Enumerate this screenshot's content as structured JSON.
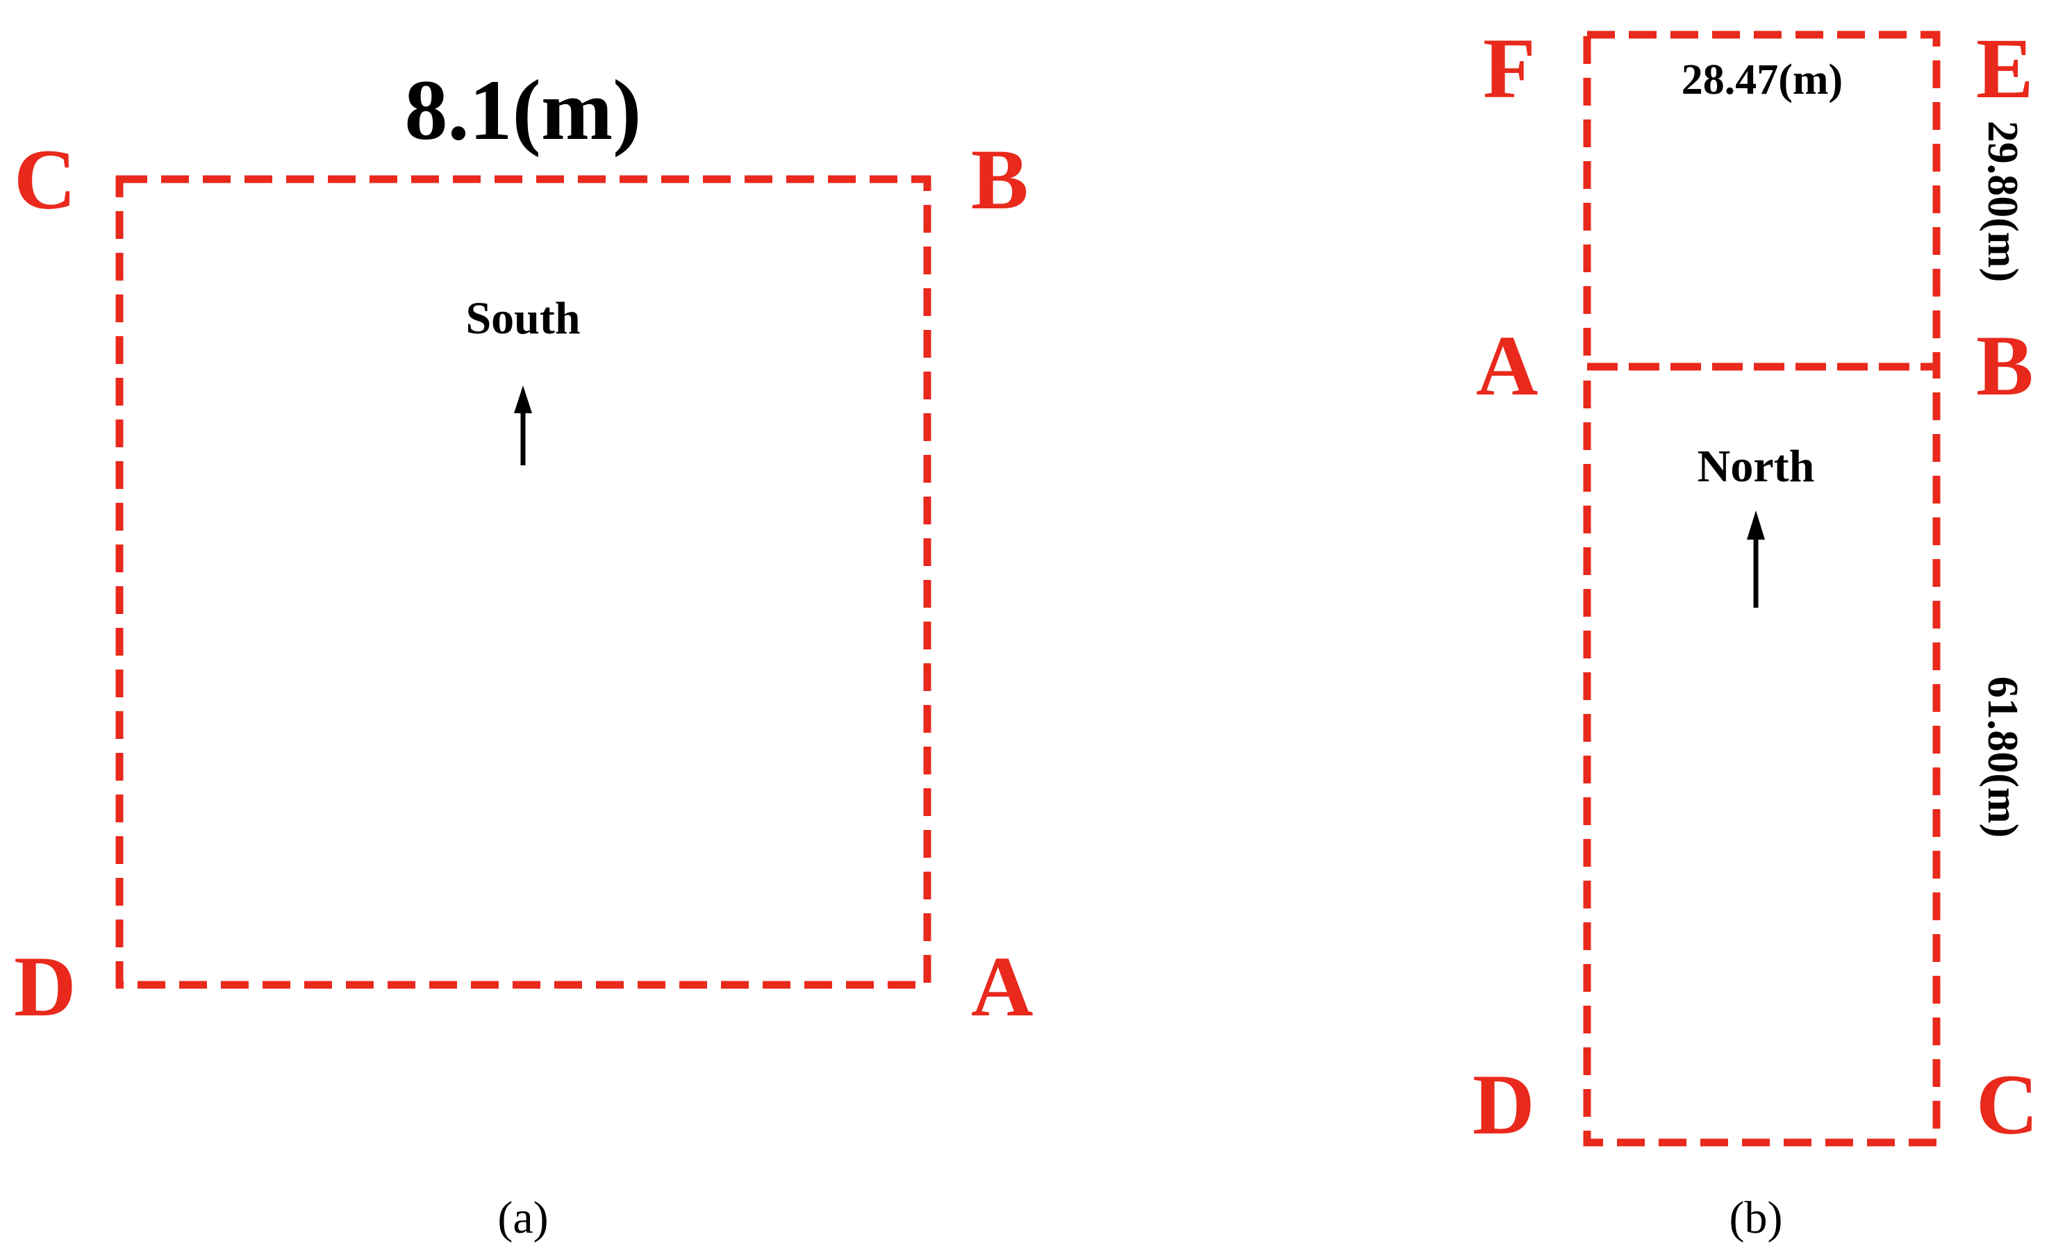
{
  "panel_a": {
    "caption": "(a)",
    "dimension_top": "8.1(m)",
    "direction": "South",
    "corners": {
      "C": "C",
      "B": "B",
      "D": "D",
      "A": "A"
    },
    "arrow_icon": "arrow-up-icon"
  },
  "panel_b": {
    "caption": "(b)",
    "dimension_top": "28.47(m)",
    "dimension_right_upper": "29.80(m)",
    "dimension_right_lower": "61.80(m)",
    "direction": "North",
    "corners": {
      "F": "F",
      "E": "E",
      "A": "A",
      "B": "B",
      "D": "D",
      "C": "C"
    },
    "arrow_icon": "arrow-up-icon"
  },
  "colors": {
    "outline": "#e8291c",
    "text": "#000000"
  }
}
